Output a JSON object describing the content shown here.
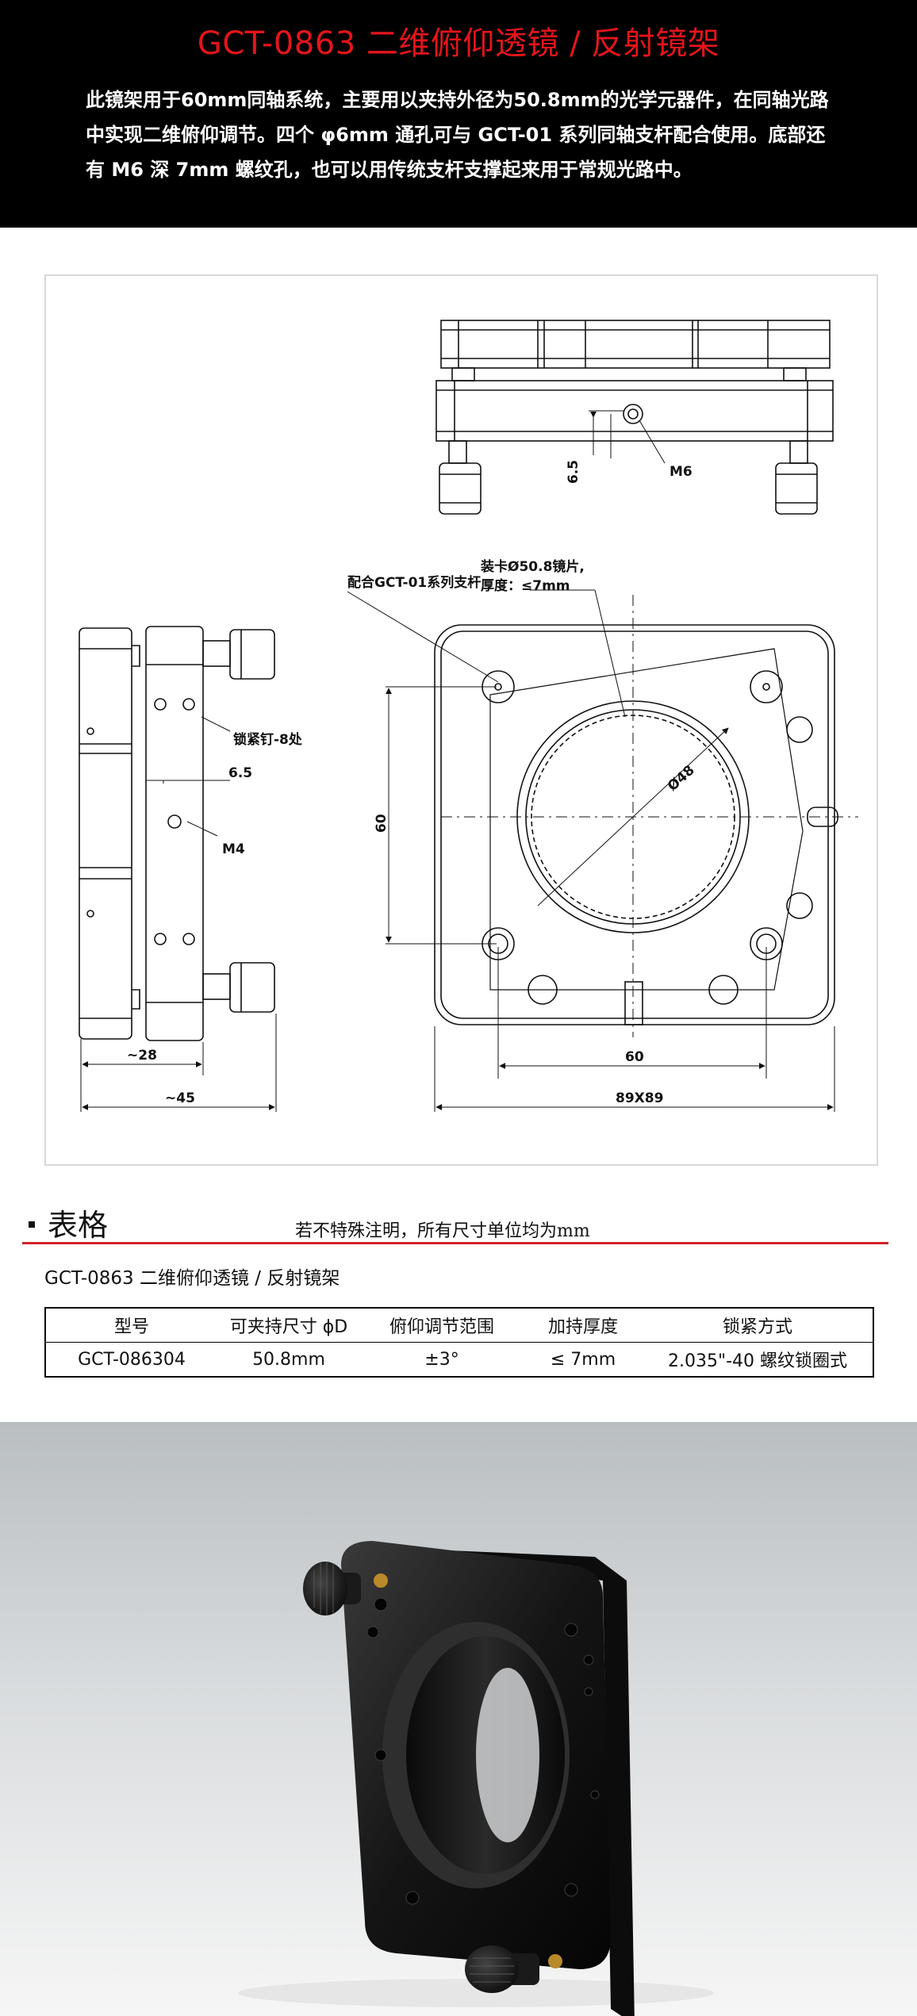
{
  "header": {
    "title": "GCT-0863 二维俯仰透镜 / 反射镜架",
    "description": "此镜架用于60mm同轴系统，主要用以夹持外径为50.8mm的光学元器件，在同轴光路中实现二维俯仰调节。四个 φ6mm 通孔可与 GCT-01 系列同轴支杆配合使用。底部还有 M6 深 7mm 螺纹孔，也可以用传统支杆支撑起来用于常规光路中。"
  },
  "drawing": {
    "dim_65": "6.5",
    "label_m6": "M6",
    "label_rod": "配合GCT-01系列支杆",
    "label_optic_line1": "装卡Ø50.8镜片,",
    "label_optic_line2": "厚度：≤7mm",
    "label_screws": "锁紧钉-8处",
    "dim_side_65": "6.5",
    "label_m4": "M4",
    "dim_28": "~28",
    "dim_45": "~45",
    "dim_60_v": "60",
    "dim_48": "Ø48",
    "dim_60_h": "60",
    "dim_89": "89X89"
  },
  "section": {
    "title": "表格",
    "note": "若不特殊注明，所有尺寸单位均为mm"
  },
  "product_name": "GCT-0863 二维俯仰透镜 / 反射镜架",
  "table": {
    "headers": [
      "型号",
      "可夹持尺寸 ϕD",
      "俯仰调节范围",
      "加持厚度",
      "锁紧方式"
    ],
    "rows": [
      [
        "GCT-086304",
        "50.8mm",
        "±3°",
        "≤ 7mm",
        "2.035\"-40 螺纹锁圈式"
      ]
    ]
  },
  "colors": {
    "title_red": "#e3151b",
    "accent_red": "#d2232a",
    "header_bg": "#000000"
  }
}
